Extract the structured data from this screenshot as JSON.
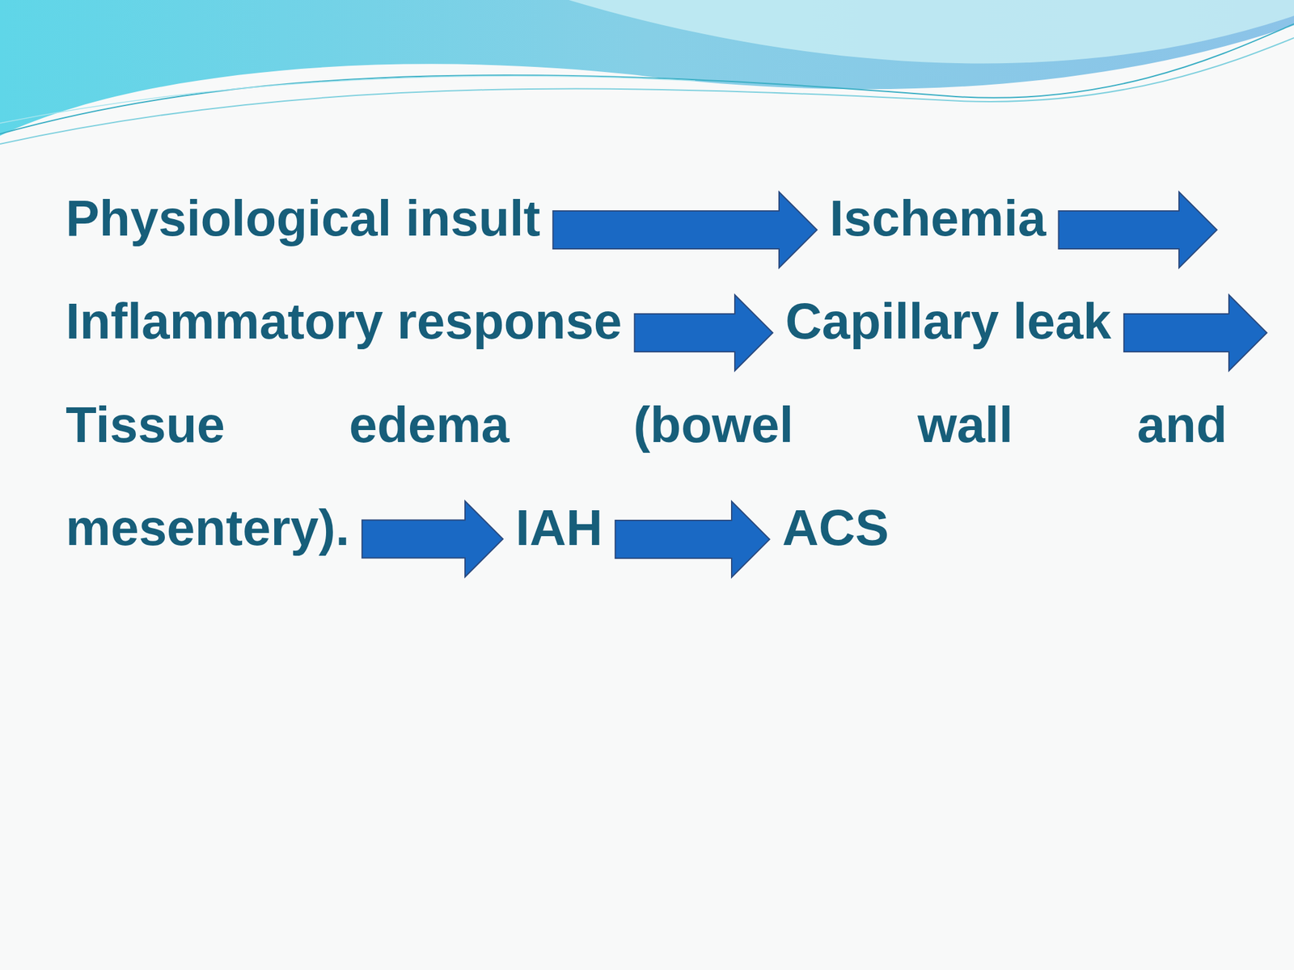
{
  "diagram": {
    "nodes": [
      {
        "text": [
          "Physiological insult"
        ]
      },
      {
        "text": [
          "Ischemia"
        ]
      },
      {
        "text": [
          "Inflammatory response"
        ]
      },
      {
        "text": [
          "Capillary leak"
        ]
      },
      {
        "text": [
          "Tissue edema (bowel wall and mesentery)."
        ]
      },
      {
        "text": [
          "IAH"
        ]
      },
      {
        "text": [
          "ACS"
        ]
      }
    ],
    "edges": [
      {
        "from": 0,
        "to": 1,
        "arrow": "to"
      },
      {
        "from": 1,
        "to": 2,
        "arrow": "to"
      },
      {
        "from": 2,
        "to": 3,
        "arrow": "to"
      },
      {
        "from": 3,
        "to": 4,
        "arrow": "to"
      },
      {
        "from": 4,
        "to": 5,
        "arrow": "to"
      },
      {
        "from": 5,
        "to": 6,
        "arrow": "to"
      }
    ]
  }
}
